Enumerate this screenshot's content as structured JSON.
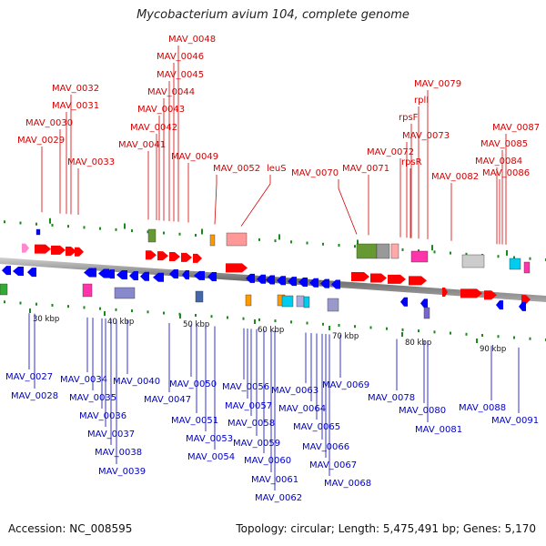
{
  "title": "Mycobacterium avium 104, complete genome",
  "footer": {
    "accession": "Accession: NC_008595",
    "summary": "Topology: circular; Length: 5,475,491 bp; Genes: 5,170"
  },
  "colors": {
    "forward_label": "#d40000",
    "reverse_label": "#0000c8",
    "forward_gene": "#ff0000",
    "reverse_gene": "#0000ff",
    "backbone": "#8c8c8c",
    "tick": "#1a8a1a"
  },
  "scale_labels": [
    "30 kbp",
    "40 kbp",
    "50 kbp",
    "60 kbp",
    "70 kbp",
    "80 kbp",
    "90 kbp"
  ],
  "forward_labels": [
    "MAV_0032",
    "MAV_0031",
    "MAV_0030",
    "MAV_0029",
    "MAV_0033",
    "MAV_0048",
    "MAV_0046",
    "MAV_0045",
    "MAV_0044",
    "MAV_0043",
    "MAV_0042",
    "MAV_0041",
    "MAV_0049",
    "MAV_0052",
    "leuS",
    "MAV_0070",
    "MAV_0071",
    "MAV_0079",
    "rplI",
    "rpsF",
    "MAV_0073",
    "MAV_0072",
    "rpsR",
    "MAV_0082",
    "MAV_0087",
    "MAV_0085",
    "MAV_0084",
    "MAV_0086"
  ],
  "reverse_labels": [
    "MAV_0027",
    "MAV_0028",
    "MAV_0034",
    "MAV_0035",
    "MAV_0036",
    "MAV_0037",
    "MAV_0038",
    "MAV_0039",
    "MAV_0040",
    "MAV_0050",
    "MAV_0047",
    "MAV_0051",
    "MAV_0053",
    "MAV_0054",
    "MAV_0056",
    "MAV_0057",
    "MAV_0058",
    "MAV_0059",
    "MAV_0060",
    "MAV_0061",
    "MAV_0062",
    "MAV_0063",
    "MAV_0064",
    "MAV_0065",
    "MAV_0066",
    "MAV_0067",
    "MAV_0068",
    "MAV_0069",
    "MAV_0078",
    "MAV_0080",
    "MAV_0081",
    "MAV_0088",
    "MAV_0091"
  ]
}
